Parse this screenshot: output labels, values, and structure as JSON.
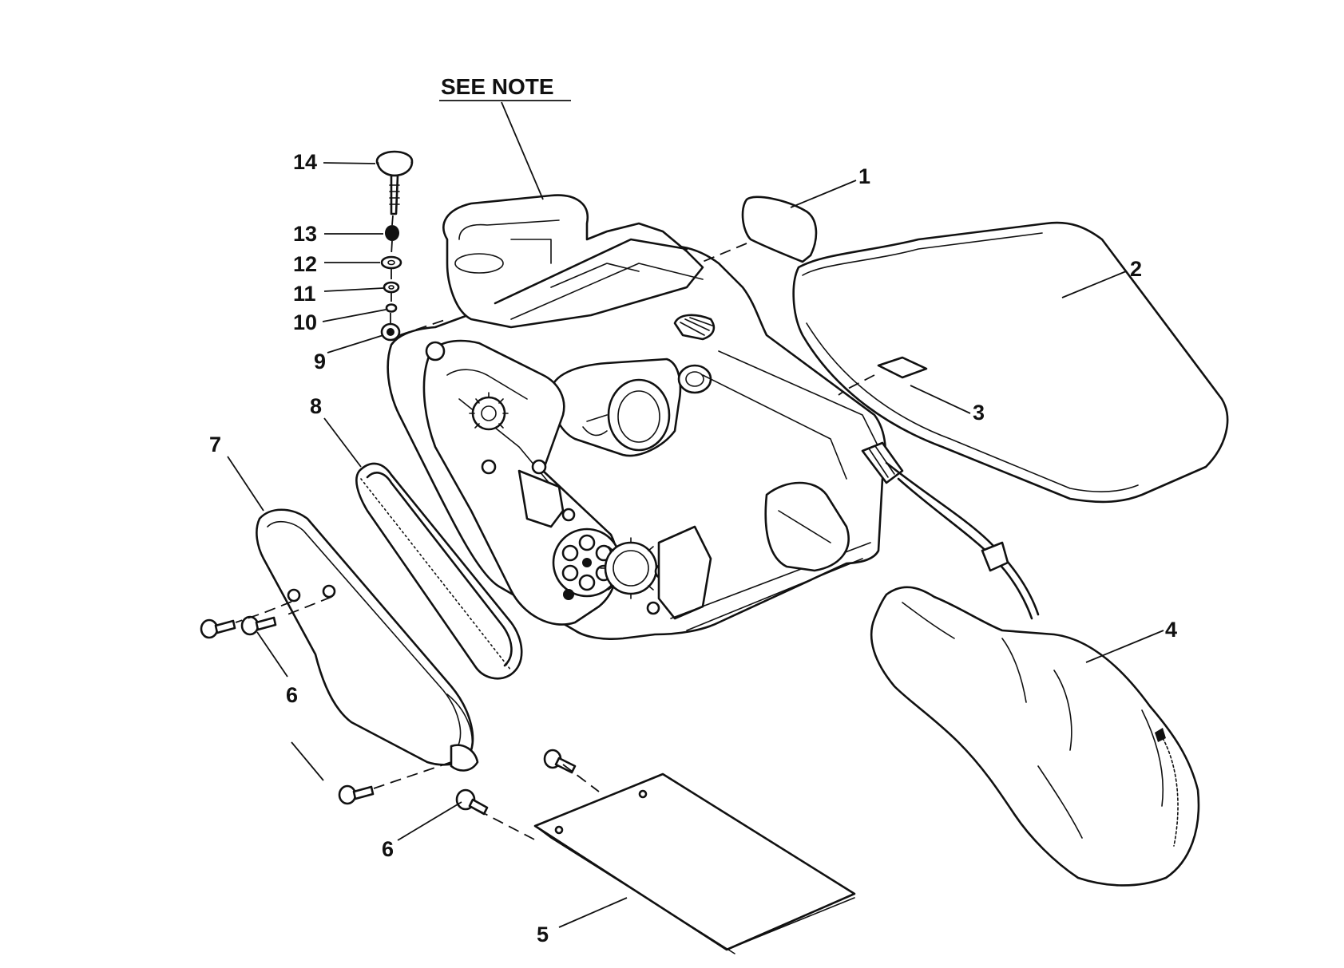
{
  "note_label": "SEE NOTE",
  "callouts": [
    "1",
    "2",
    "3",
    "4",
    "5",
    "6",
    "6",
    "7",
    "8",
    "9",
    "10",
    "11",
    "12",
    "13",
    "14"
  ],
  "colors": {
    "ink": "#111111",
    "paper": "#ffffff"
  }
}
